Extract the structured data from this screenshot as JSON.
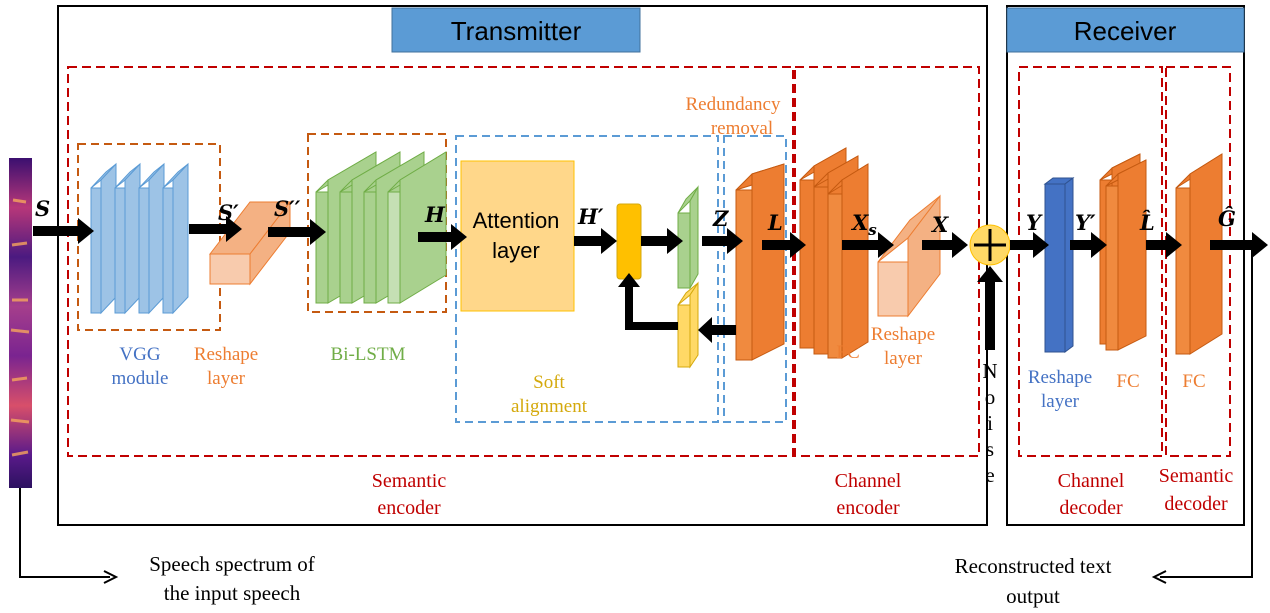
{
  "titles": {
    "transmitter": "Transmitter",
    "receiver": "Receiver"
  },
  "blocks": {
    "vgg": [
      "VGG",
      "module"
    ],
    "reshape_tx1": [
      "Reshape",
      "layer"
    ],
    "bilstm": "Bi-LSTM",
    "attention": [
      "Attention",
      "layer"
    ],
    "soft_alignment": [
      "Soft",
      "alignment"
    ],
    "redundancy": [
      "Redundancy",
      "removal"
    ],
    "fc_tx": "FC",
    "reshape_tx2": [
      "Reshape",
      "layer"
    ],
    "noise": [
      "N",
      "o",
      "i",
      "s",
      "e"
    ],
    "reshape_rx": [
      "Reshape",
      "layer"
    ],
    "fc_rx1": "FC",
    "fc_rx2": "FC"
  },
  "groups": {
    "semantic_encoder": [
      "Semantic",
      "encoder"
    ],
    "channel_encoder": [
      "Channel",
      "encoder"
    ],
    "channel_decoder": [
      "Channel",
      "decoder"
    ],
    "semantic_decoder": [
      "Semantic",
      "decoder"
    ]
  },
  "symbols": {
    "S": "S",
    "S1": "S′",
    "S2": "S′′",
    "H": "H",
    "H1": "H′",
    "Z": "Z",
    "L": "L",
    "Xs": "X",
    "Xs_sub": "s",
    "X": "X",
    "Y": "Y",
    "Y1": "Y′",
    "Lhat": "L̂",
    "Ghat": "Ĝ"
  },
  "annotations": {
    "input": [
      "Speech spectrum of",
      "the input speech"
    ],
    "output": [
      "Reconstructed text",
      "output"
    ]
  },
  "colors": {
    "blue_layer": "#9dc3e6",
    "orange_layer": "#ed7d31",
    "green_layer": "#a9d18e",
    "yellow_layer": "#ffd966",
    "attention_fill": "#ffd78a",
    "reshape_fill": "#f4b183",
    "reshape_rx_fill": "#4472c4",
    "title_fill": "#5b9bd5",
    "red_dash": "#c00000",
    "blue_dash": "#5b9bd5",
    "orange_dash": "#c55a11",
    "noise_fill": "#ffd966"
  }
}
